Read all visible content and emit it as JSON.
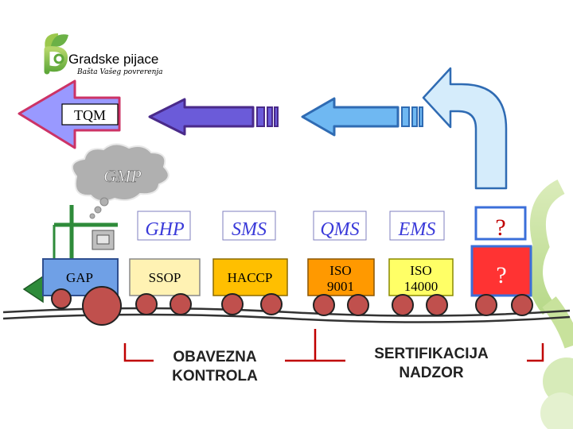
{
  "logo": {
    "brand": "Gradske pijace",
    "tagline": "Bašta Vašeg povrerenja"
  },
  "arrows": {
    "tqm": "TQM"
  },
  "thought_bubble": {
    "label": "GMP"
  },
  "top_row": [
    "GHP",
    "SMS",
    "QMS",
    "EMS",
    "?"
  ],
  "bottom_row": {
    "locomotive": "GAP",
    "wagons": [
      "SSOP",
      "HACCP",
      "ISO\n9001",
      "ISO\n14000",
      "?"
    ]
  },
  "brackets": {
    "left_caption": [
      "OBAVEZNA",
      "KONTROLA"
    ],
    "right_caption": [
      "SERTIFIKACIJA",
      "NADZOR"
    ]
  },
  "colors": {
    "arrow_purple": "#9999ff",
    "arrow_blue": "#7ec8f5",
    "arrow_lightblue": "#d5ecfb",
    "wagon_ssop": "#ffe699",
    "wagon_haccp": "#ffc000",
    "wagon_iso9001": "#ff9900",
    "wagon_iso14000": "#ffff66",
    "wagon_q": "#ff3333",
    "wheel": "#c0504d",
    "locomotive": "#4472c4",
    "nose": "#2e8b3a",
    "top_q_box": "#3b6fd9"
  }
}
